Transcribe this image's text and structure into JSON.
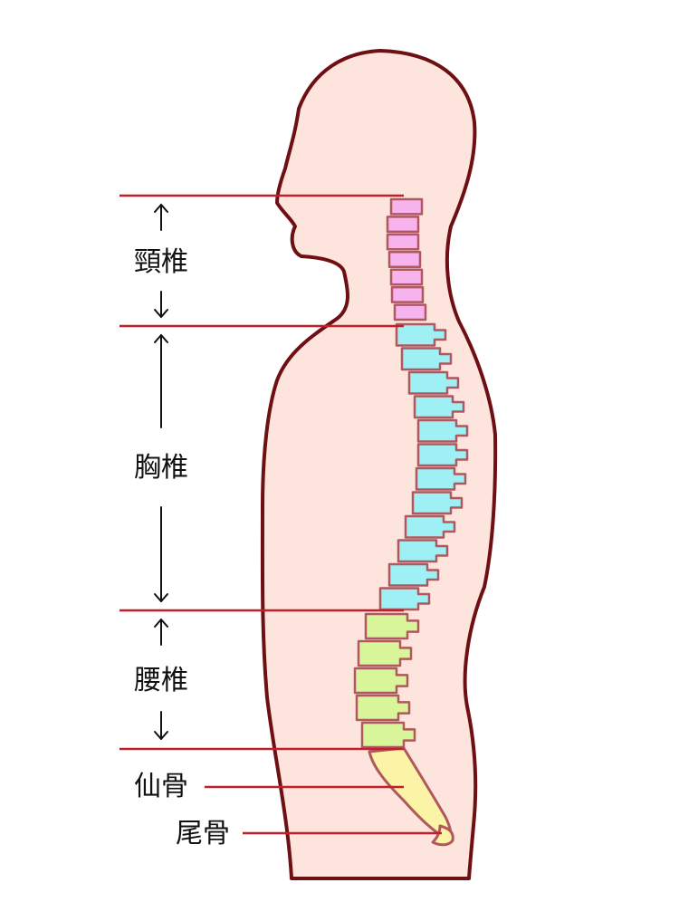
{
  "labels": {
    "cervical": "頸椎",
    "thoracic": "胸椎",
    "lumbar": "腰椎",
    "sacrum": "仙骨",
    "coccyx": "尾骨"
  },
  "colors": {
    "background": "#ffffff",
    "body_fill": "#fde4dc",
    "outline": "#6e0f14",
    "guide_line": "#c0202a",
    "arrow": "#111111",
    "cervical": "#f7b3ee",
    "thoracic": "#9ef0f4",
    "lumbar": "#d9f59a",
    "sacrum": "#fbf3a6",
    "vertebra_stroke": "#b0585f"
  },
  "icons": {
    "up_arrow": "arrow-up-icon",
    "down_arrow": "arrow-down-icon"
  },
  "vertebra_counts": {
    "cervical": 7,
    "thoracic": 12,
    "lumbar": 5
  }
}
